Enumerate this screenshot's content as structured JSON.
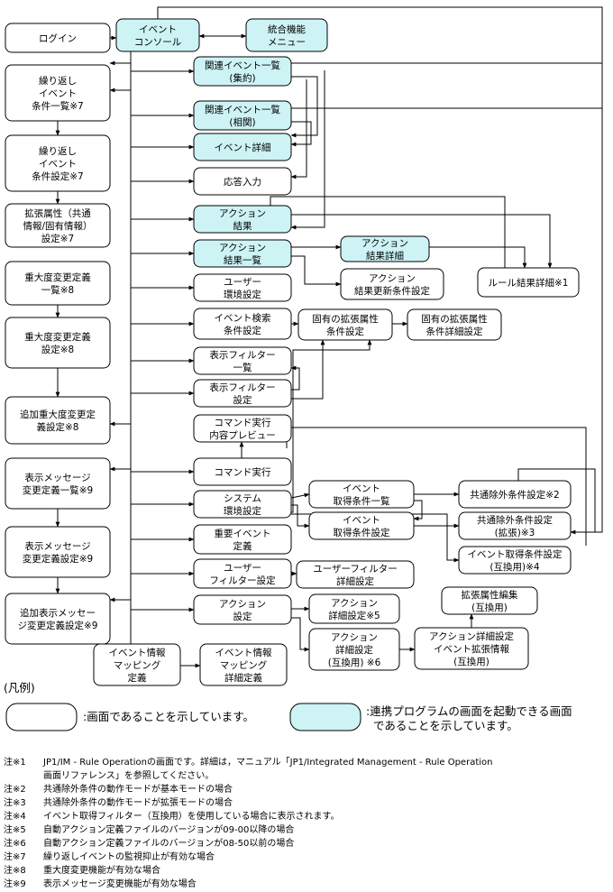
{
  "nodes": {
    "login": {
      "lines": [
        "ログイン"
      ]
    },
    "event_console": {
      "lines": [
        "イベント",
        "コンソール"
      ]
    },
    "integrated_menu": {
      "lines": [
        "統合機能",
        "メニュー"
      ]
    },
    "repeat_list": {
      "lines": [
        "繰り返し",
        "イベント",
        "条件一覧※7"
      ]
    },
    "repeat_setting": {
      "lines": [
        "繰り返し",
        "イベント",
        "条件設定※7"
      ]
    },
    "ext_attr": {
      "lines": [
        "拡張属性（共通",
        "情報/固有情報）",
        "設定※7"
      ]
    },
    "severity_list": {
      "lines": [
        "重大度変更定義",
        "一覧※8"
      ]
    },
    "severity_setting": {
      "lines": [
        "重大度変更定義",
        "設定※8"
      ]
    },
    "severity_add": {
      "lines": [
        "追加重大度変更定",
        "義設定※8"
      ]
    },
    "msg_list": {
      "lines": [
        "表示メッセージ",
        "変更定義一覧※9"
      ]
    },
    "msg_setting": {
      "lines": [
        "表示メッセージ",
        "変更定義設定※9"
      ]
    },
    "msg_add": {
      "lines": [
        "追加表示メッセー",
        "ジ変更定義設定※9"
      ]
    },
    "related_agg": {
      "lines": [
        "関連イベント一覧",
        "(集約)"
      ]
    },
    "related_corr": {
      "lines": [
        "関連イベント一覧",
        "(相関)"
      ]
    },
    "event_detail": {
      "lines": [
        "イベント詳細"
      ]
    },
    "response": {
      "lines": [
        "応答入力"
      ]
    },
    "action_result": {
      "lines": [
        "アクション",
        "結果"
      ]
    },
    "action_result_list": {
      "lines": [
        "アクション",
        "結果一覧"
      ]
    },
    "action_result_detail": {
      "lines": [
        "アクション",
        "結果詳細"
      ]
    },
    "action_update": {
      "lines": [
        "アクション",
        "結果更新条件設定"
      ]
    },
    "rule_detail": {
      "lines": [
        "ルール結果詳細※1"
      ]
    },
    "user_env": {
      "lines": [
        "ユーザー",
        "環境設定"
      ]
    },
    "event_search": {
      "lines": [
        "イベント検索",
        "条件設定"
      ]
    },
    "unique_attr": {
      "lines": [
        "固有の拡張属性",
        "条件設定"
      ]
    },
    "unique_attr_detail": {
      "lines": [
        "固有の拡張属性",
        "条件詳細設定"
      ]
    },
    "filter_list": {
      "lines": [
        "表示フィルター",
        "一覧"
      ]
    },
    "filter_setting": {
      "lines": [
        "表示フィルター",
        "設定"
      ]
    },
    "cmd_preview": {
      "lines": [
        "コマンド実行",
        "内容プレビュー"
      ]
    },
    "cmd_exec": {
      "lines": [
        "コマンド実行"
      ]
    },
    "sys_env": {
      "lines": [
        "システム",
        "環境設定"
      ]
    },
    "acq_list": {
      "lines": [
        "イベント",
        "取得条件一覧"
      ]
    },
    "acq_setting": {
      "lines": [
        "イベント",
        "取得条件設定"
      ]
    },
    "exclude_basic": {
      "lines": [
        "共通除外条件設定※2"
      ]
    },
    "exclude_ext": {
      "lines": [
        "共通除外条件設定",
        "(拡張)※3"
      ]
    },
    "acq_compat": {
      "lines": [
        "イベント取得条件設定",
        "(互換用)※4"
      ]
    },
    "important_event": {
      "lines": [
        "重要イベント",
        "定義"
      ]
    },
    "user_filter": {
      "lines": [
        "ユーザー",
        "フィルター設定"
      ]
    },
    "user_filter_detail": {
      "lines": [
        "ユーザーフィルター",
        "詳細設定"
      ]
    },
    "action_setting": {
      "lines": [
        "アクション",
        "設定"
      ]
    },
    "action_detail": {
      "lines": [
        "アクション",
        "詳細設定※5"
      ]
    },
    "action_detail_compat": {
      "lines": [
        "アクション",
        "詳細設定",
        "(互換用) ※6"
      ]
    },
    "ext_attr_edit": {
      "lines": [
        "拡張属性編集",
        "(互換用)"
      ]
    },
    "action_detail_ext": {
      "lines": [
        "アクション詳細設定",
        "イベント拡張情報",
        "(互換用)"
      ]
    },
    "mapping": {
      "lines": [
        "イベント情報",
        "マッピング",
        "定義"
      ]
    },
    "mapping_detail": {
      "lines": [
        "イベント情報",
        "マッピング",
        "詳細定義"
      ]
    }
  },
  "legend": {
    "title": "(凡例)",
    "screen_label": ":画面であることを示しています。",
    "linked_label_line1": ":連携プログラムの画面を起動できる画面",
    "linked_label_line2": "であることを示しています。",
    "colors": {
      "linked": "#cdf3f5",
      "screen": "#ffffff"
    }
  },
  "notes": [
    {
      "id": "注※1",
      "lines": [
        "JP1/IM - Rule Operationの画面です。詳細は，マニュアル「JP1/Integrated Management - Rule Operation",
        "画面リファレンス」を参照してください。"
      ]
    },
    {
      "id": "注※2",
      "lines": [
        "共通除外条件の動作モードが基本モードの場合"
      ]
    },
    {
      "id": "注※3",
      "lines": [
        "共通除外条件の動作モードが拡張モードの場合"
      ]
    },
    {
      "id": "注※4",
      "lines": [
        "イベント取得フィルター（互換用）を使用している場合に表示されます。"
      ]
    },
    {
      "id": "注※5",
      "lines": [
        "自動アクション定義ファイルのバージョンが09-00以降の場合"
      ]
    },
    {
      "id": "注※6",
      "lines": [
        "自動アクション定義ファイルのバージョンが08-50以前の場合"
      ]
    },
    {
      "id": "注※7",
      "lines": [
        "繰り返しイベントの監視抑止が有効な場合"
      ]
    },
    {
      "id": "注※8",
      "lines": [
        "重大度変更機能が有効な場合"
      ]
    },
    {
      "id": "注※9",
      "lines": [
        "表示メッセージ変更機能が有効な場合"
      ]
    }
  ]
}
